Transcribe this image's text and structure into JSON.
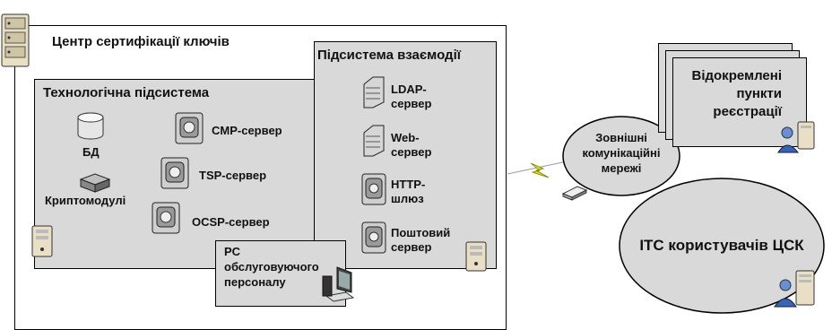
{
  "certification_center": {
    "title": "Центр сертифікації ключів"
  },
  "technological_subsystem": {
    "title": "Технологічна підсистема",
    "items": {
      "db": "БД",
      "crypto": "Криптомодулі",
      "cmp": "CMP-сервер",
      "tsp": "TSP-сервер",
      "ocsp": "OCSP-сервер"
    }
  },
  "interaction_subsystem": {
    "title": "Підсистема взаємодії",
    "items": {
      "ldap": [
        "LDAP-",
        "сервер"
      ],
      "web": [
        "Web-",
        "сервер"
      ],
      "http": [
        "HTTP-",
        "шлюз"
      ],
      "mail": [
        "Поштовий",
        "сервер"
      ]
    }
  },
  "staff_pc": {
    "lines": [
      "PC",
      "обслуговуючого",
      "персоналу"
    ]
  },
  "external_networks": {
    "lines": [
      "Зовнішні",
      "комунікаційні",
      "мережі"
    ]
  },
  "registration_points": {
    "lines": [
      "Відокремлені",
      "пункти",
      "реєстрації"
    ]
  },
  "users_itc": {
    "label": "ІТС користувачів ЦСК"
  },
  "colors": {
    "panel_fill": "#d9d9d9",
    "ellipse_fill": "#d9d9d9",
    "link": "#e6e600"
  }
}
